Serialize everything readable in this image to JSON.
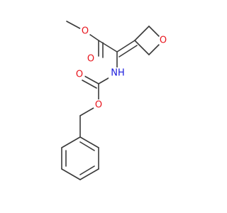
{
  "molecule": {
    "colors": {
      "bond": "#3a3a3a",
      "oxygen": "#e8141c",
      "nitrogen": "#1a1adc"
    },
    "atom_labels": {
      "ester_carbonyl_o": "O",
      "ester_ether_o": "O",
      "oxetane_o": "O",
      "amine_n": "NH",
      "carbamate_carbonyl_o": "O",
      "carbamate_ether_o": "O"
    }
  }
}
